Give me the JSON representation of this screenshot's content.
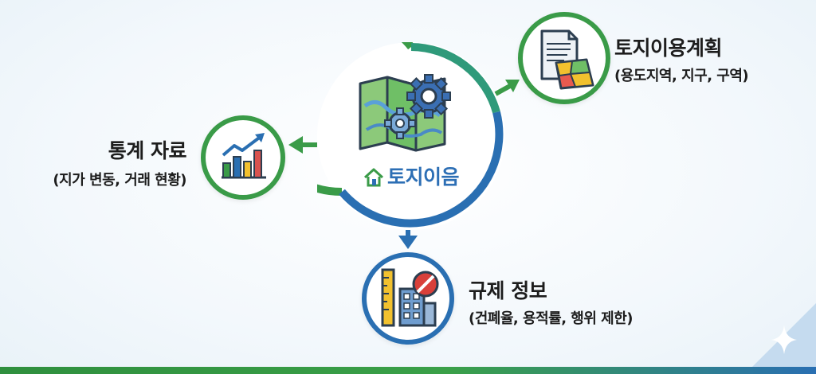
{
  "center": {
    "label": "토지이음",
    "icon": "map-with-gears-icon"
  },
  "nodes": {
    "stats": {
      "title": "통계 자료",
      "subtitle": "(지가 변동, 거래 현황)",
      "icon": "rising-bar-chart-icon"
    },
    "plan": {
      "title": "토지이용계획",
      "subtitle": "(용도지역, 지구, 구역)",
      "icon": "document-with-zoning-map-icon"
    },
    "regulation": {
      "title": "규제 정보",
      "subtitle": "(건폐율, 용적률, 행위 제한)",
      "icon": "building-ruler-prohibition-icon"
    }
  },
  "colors": {
    "green": "#3a9b48",
    "blue": "#2a6fb2",
    "label_blue": "#2d6fb5",
    "text": "#1d1d1d"
  }
}
